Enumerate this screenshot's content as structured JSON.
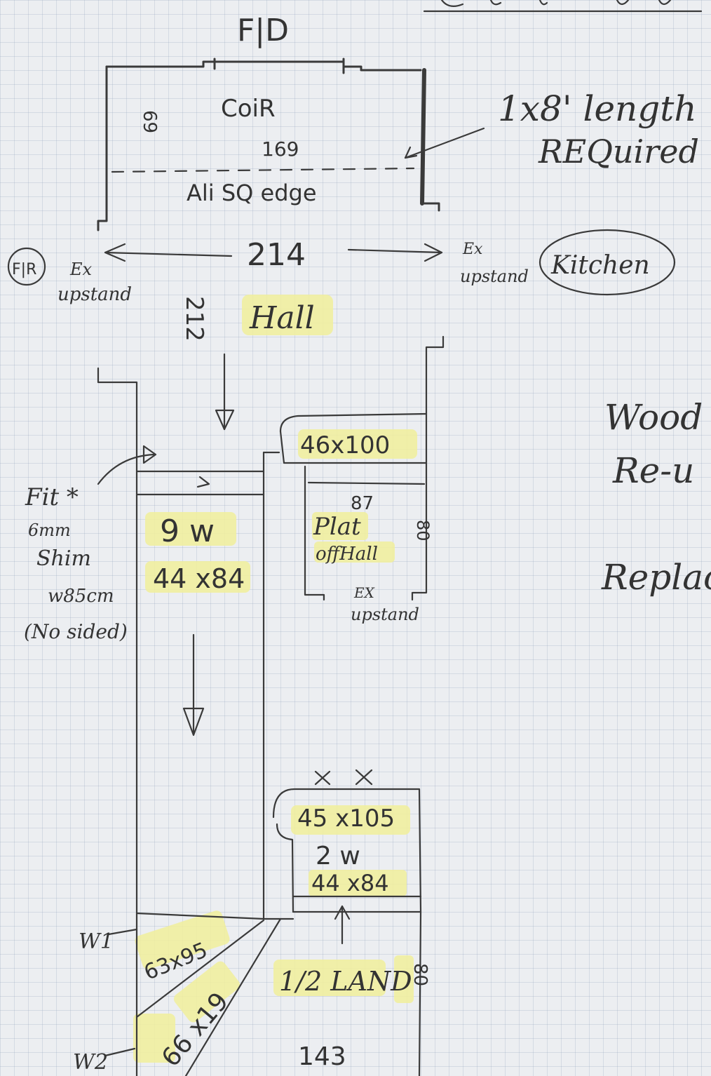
{
  "header": {
    "top_right_partial": "Ground Floor"
  },
  "labels": {
    "fd": "F|D",
    "coir": "CoiR",
    "coir_width": "169",
    "coir_depth": "69",
    "edge": "Ali SQ edge",
    "width_214": "214",
    "fr": "F|R",
    "ex_upstand_left_1": "Ex",
    "ex_upstand_left_2": "upstand",
    "ex_upstand_right_1": "Ex",
    "ex_upstand_right_2": "upstand",
    "kitchen": "Kitchen",
    "hall": "Hall",
    "hall_depth": "212",
    "size_46x100": "46x100",
    "plat_87": "87",
    "plat_1": "Plat",
    "plat_2": "offHall",
    "plat_80": "80",
    "ex_upstand_mid_1": "EX",
    "ex_upstand_mid_2": "upstand",
    "nine_w": "9 w",
    "size_44x84_a": "44 x84",
    "fit_1": "Fit *",
    "fit_2": "6mm",
    "fit_3": "Shim",
    "fit_4": "w85cm",
    "fit_5": "(No sided)",
    "size_45x105": "45 x105",
    "two_w": "2 w",
    "size_44x84_b": "44 x84",
    "half_land": "1/2 LAND",
    "land_80": "80",
    "w1": "W1",
    "w2": "W2",
    "size_63x95": "63x95",
    "size_66x19": "66 x19",
    "width_143": "143",
    "marks_xx": "x x",
    "note_1": "1x8' length",
    "note_2": "REQuired",
    "side_1": "Wood",
    "side_2": "Re-u",
    "side_3": "Replac"
  }
}
